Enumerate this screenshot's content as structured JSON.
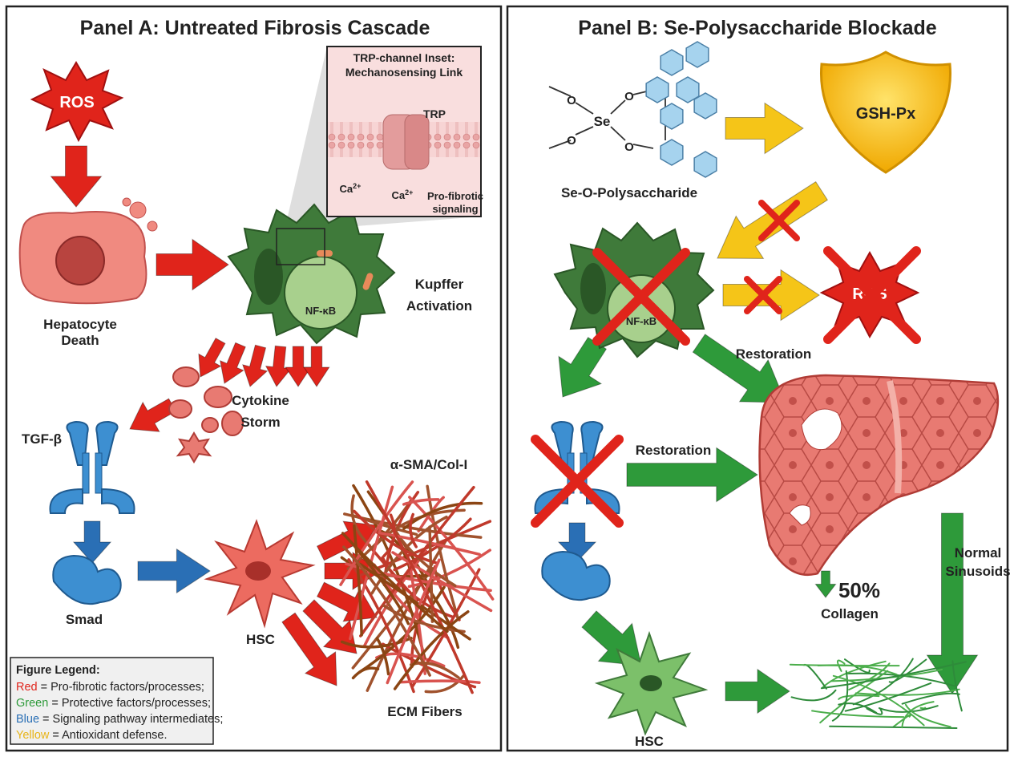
{
  "colors": {
    "red": "#e0241b",
    "green": "#2e9a3a",
    "blue": "#2a6fb5",
    "yellow": "#f5c518",
    "panel_border": "#222222"
  },
  "panel_a": {
    "title": "Panel A: Untreated Fibrosis Cascade",
    "ros": "ROS",
    "hepatocyte": [
      "Hepatocyte",
      "Death"
    ],
    "kupffer": [
      "Kupffer",
      "Activation"
    ],
    "nfkb": "NF-κB",
    "inset": {
      "title": [
        "TRP-channel Inset:",
        "Mechanosensing Link"
      ],
      "trp": "TRP",
      "ca_in": "Ca",
      "ca_out": "Ca",
      "ca_sup": "2+",
      "signal": [
        "Pro-fibrotic",
        "signaling"
      ]
    },
    "cytokine": [
      "Cytokine",
      "Storm"
    ],
    "tgf": "TGF-β",
    "smad": "Smad",
    "hsc": "HSC",
    "asma": "α-SMA/Col-I",
    "ecm": "ECM Fibers",
    "legend": {
      "title": "Figure Legend:",
      "items": [
        {
          "color_word": "Red",
          "text": " = Pro-fibrotic factors/processes;",
          "color": "#e0241b"
        },
        {
          "color_word": "Green",
          "text": " = Protective factors/processes;",
          "color": "#2e9a3a"
        },
        {
          "color_word": "Blue",
          "text": " = Signaling pathway intermediates;",
          "color": "#2a6fb5"
        },
        {
          "color_word": "Yellow",
          "text": " = Antioxidant defense.",
          "color": "#e8b417"
        }
      ]
    }
  },
  "panel_b": {
    "title": "Panel B: Se-Polysaccharide Blockade",
    "molecule": "Se-O-Polysaccharide",
    "se": "Se",
    "o": "O",
    "gsh": "GSH-Px",
    "nfkb": "NF-κB",
    "ros": "ROS",
    "restoration_1": "Restoration",
    "restoration_2": "Restoration",
    "collagen_pct": "50%",
    "collagen": "Collagen",
    "sinusoids": [
      "Normal",
      "Sinusoids"
    ],
    "hsc": "HSC"
  }
}
